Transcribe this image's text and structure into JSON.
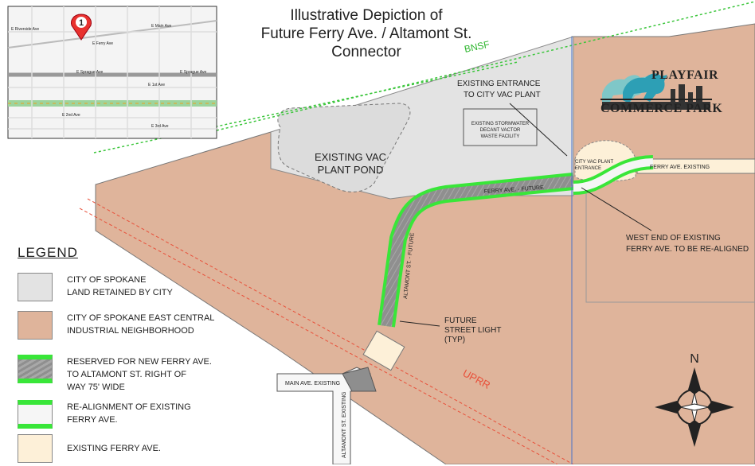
{
  "title": {
    "line1": "Illustrative Depiction of",
    "line2": "Future Ferry Ave. / Altamont St.",
    "line3": "Connector"
  },
  "labels": {
    "bnsf": "BNSF",
    "uprr": "UPRR",
    "existing_entrance_line1": "EXISTING ENTRANCE",
    "existing_entrance_line2": "TO CITY VAC PLANT",
    "stormwater_line1": "EXISTING STORMWATER",
    "stormwater_line2": "DECANT VACTOR",
    "stormwater_line3": "WASTE FACILITY",
    "vac_pond_line1": "EXISTING VAC",
    "vac_pond_line2": "PLANT POND",
    "city_vac_entrance_line1": "CITY VAC PLANT",
    "city_vac_entrance_line2": "ENTRANCE",
    "ferry_existing": "FERRY AVE. EXISTING",
    "ferry_future": "FERRY AVE. - FUTURE",
    "altamont_future": "ALTAMONT ST. - FUTURE",
    "west_end_line1": "WEST END OF EXISTING",
    "west_end_line2": "FERRY AVE. TO BE RE-ALIGNED",
    "street_light_line1": "FUTURE",
    "street_light_line2": "STREET LIGHT",
    "street_light_line3": "(TYP)",
    "main_ave_existing": "MAIN AVE. EXISTING",
    "altamont_existing": "ALTAMONT ST. EXISTING",
    "north": "N"
  },
  "legend": {
    "title": "LEGEND",
    "items": [
      {
        "line1": "CITY OF SPOKANE",
        "line2": "LAND RETAINED BY CITY",
        "line3": "",
        "color": "#e3e3e3"
      },
      {
        "line1": "CITY OF SPOKANE EAST CENTRAL",
        "line2": "INDUSTRIAL NEIGHBORHOOD",
        "line3": "",
        "color": "#dfb49b"
      },
      {
        "line1": "RESERVED FOR NEW FERRY AVE.",
        "line2": "TO ALTAMONT ST. RIGHT OF",
        "line3": "WAY 75' WIDE",
        "color": "#9a9a9a"
      },
      {
        "line1": "RE-ALIGNMENT OF EXISTING",
        "line2": "FERRY AVE.",
        "line3": "",
        "color": "#f6f6f6"
      },
      {
        "line1": "EXISTING FERRY AVE.",
        "line2": "",
        "line3": "",
        "color": "#fdf0d8"
      }
    ]
  },
  "logo": {
    "top": "PLAYFAIR",
    "bottom": "COMMERCE PARK"
  },
  "inset_map": {
    "marker_number": "1",
    "streets": [
      "E Sprague Ave",
      "E Sprague Ave",
      "E 1st Ave",
      "E 2nd Ave",
      "E 3rd Ave",
      "E Ferry Ave",
      "E Main Ave",
      "E Riverside Ave"
    ]
  },
  "colors": {
    "city_land": "#e3e3e3",
    "industrial": "#dfb49b",
    "road_green": "#39e639",
    "road_gray": "#8e8e8e",
    "existing_ferry": "#fdf0d8",
    "rail_green": "#3cc63c",
    "rail_red": "#e8503a"
  }
}
